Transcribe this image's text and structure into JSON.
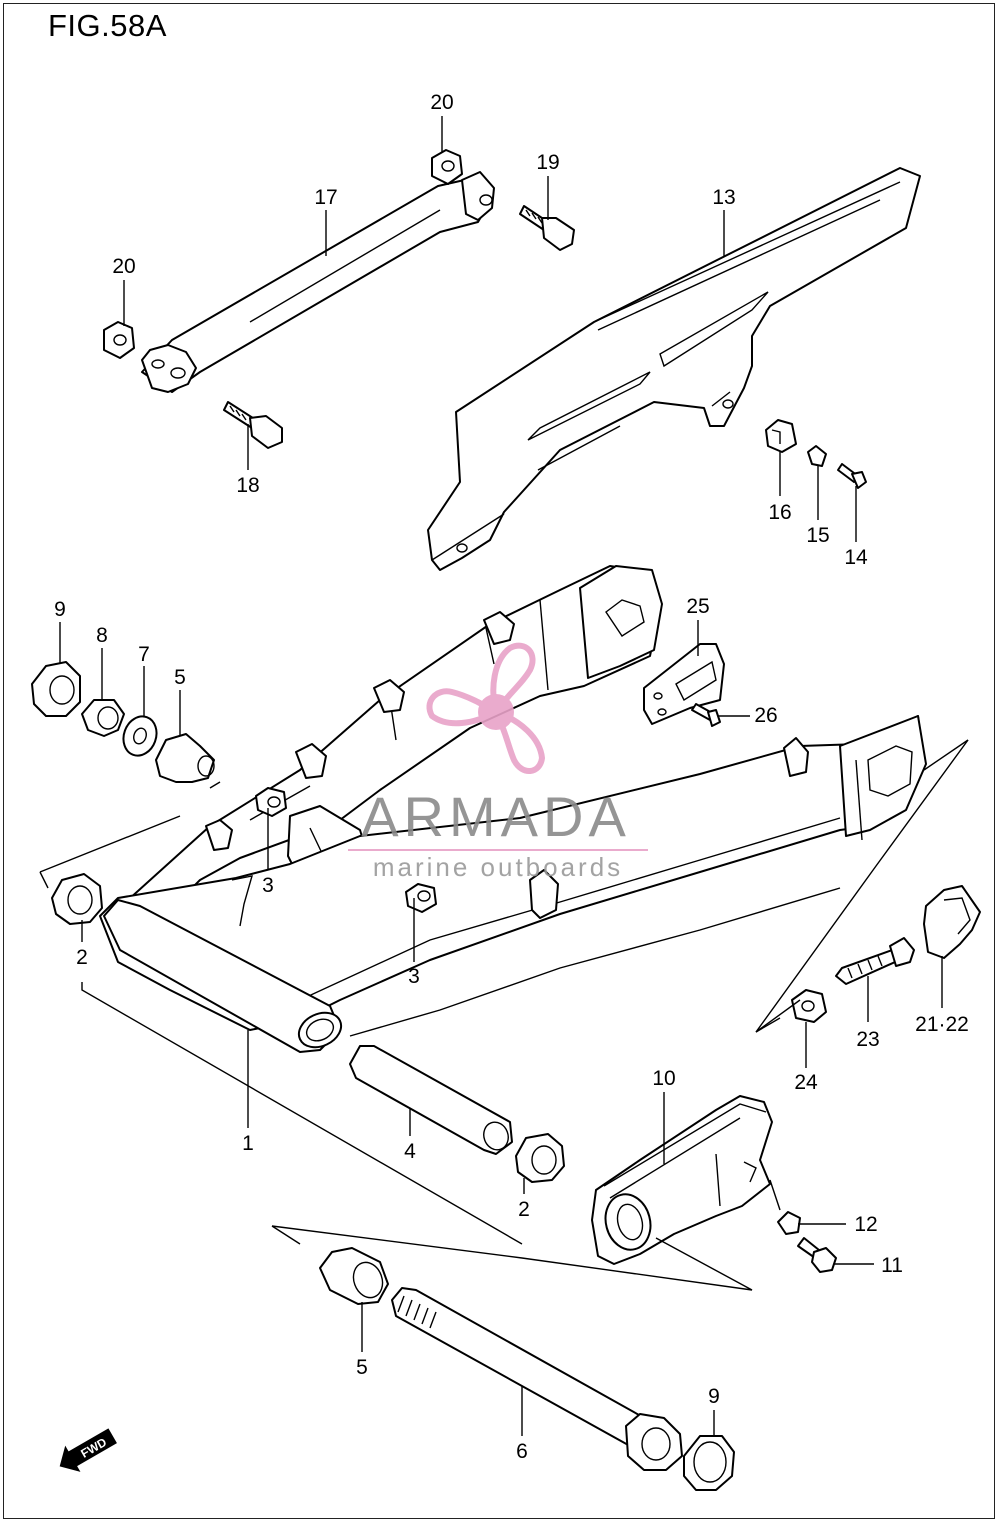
{
  "figure": {
    "title": "FIG.58A"
  },
  "callouts": [
    {
      "id": "c20a",
      "label": "20"
    },
    {
      "id": "c19",
      "label": "19"
    },
    {
      "id": "c17",
      "label": "17"
    },
    {
      "id": "c13",
      "label": "13"
    },
    {
      "id": "c20b",
      "label": "20"
    },
    {
      "id": "c18",
      "label": "18"
    },
    {
      "id": "c16",
      "label": "16"
    },
    {
      "id": "c15",
      "label": "15"
    },
    {
      "id": "c14",
      "label": "14"
    },
    {
      "id": "c9a",
      "label": "9"
    },
    {
      "id": "c8",
      "label": "8"
    },
    {
      "id": "c7",
      "label": "7"
    },
    {
      "id": "c5a",
      "label": "5"
    },
    {
      "id": "c25",
      "label": "25"
    },
    {
      "id": "c26",
      "label": "26"
    },
    {
      "id": "c3a",
      "label": "3"
    },
    {
      "id": "c3b",
      "label": "3"
    },
    {
      "id": "c2a",
      "label": "2"
    },
    {
      "id": "c1",
      "label": "1"
    },
    {
      "id": "c4",
      "label": "4"
    },
    {
      "id": "c2b",
      "label": "2"
    },
    {
      "id": "c23",
      "label": "23"
    },
    {
      "id": "c2122",
      "label": "21·22"
    },
    {
      "id": "c24",
      "label": "24"
    },
    {
      "id": "c10",
      "label": "10"
    },
    {
      "id": "c12",
      "label": "12"
    },
    {
      "id": "c11",
      "label": "11"
    },
    {
      "id": "c5b",
      "label": "5"
    },
    {
      "id": "c6",
      "label": "6"
    },
    {
      "id": "c9b",
      "label": "9"
    }
  ],
  "watermark": {
    "brand": "ARMADA",
    "tagline": "marine outboards",
    "color_pink": "#e8a2c8",
    "color_gray": "#8a8a8a"
  },
  "fwd_badge": {
    "label": "FWD"
  }
}
